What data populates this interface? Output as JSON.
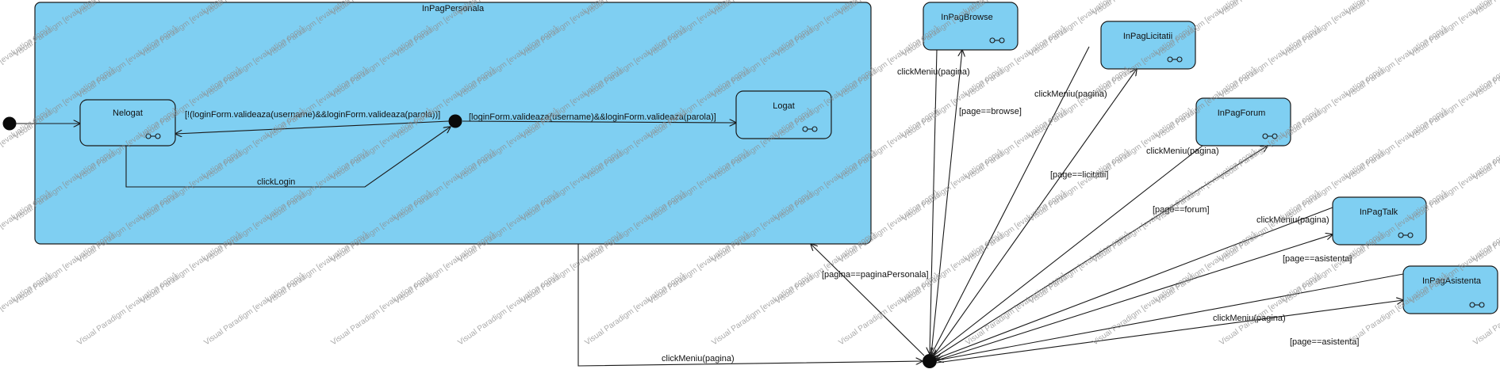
{
  "composite_state": {
    "name": "InPagPersonala"
  },
  "states": {
    "nelogat": "Nelogat",
    "logat": "Logat",
    "browse": "InPagBrowse",
    "licitatii": "InPagLicitatii",
    "forum": "InPagForum",
    "talk": "InPagTalk",
    "asistenta": "InPagAsistenta"
  },
  "transitions": {
    "not_valid": "[!(loginForm.valideaza(username)&&loginForm.valideaza(parola))]",
    "valid": "[loginForm.valideaza(username)&&loginForm.valideaza(parola)]",
    "click_login": "clickLogin",
    "click_meniu": "clickMeniu(pagina)",
    "page_browse": "[page==browse]",
    "page_licitatii": "[page==licitatii]",
    "page_forum": "[page==forum]",
    "page_asistenta": "[page==asistenta]",
    "pagina_personala": "[pagina==paginaPersonala]"
  },
  "watermark": "Visual Paradigm [evaluation copy]"
}
